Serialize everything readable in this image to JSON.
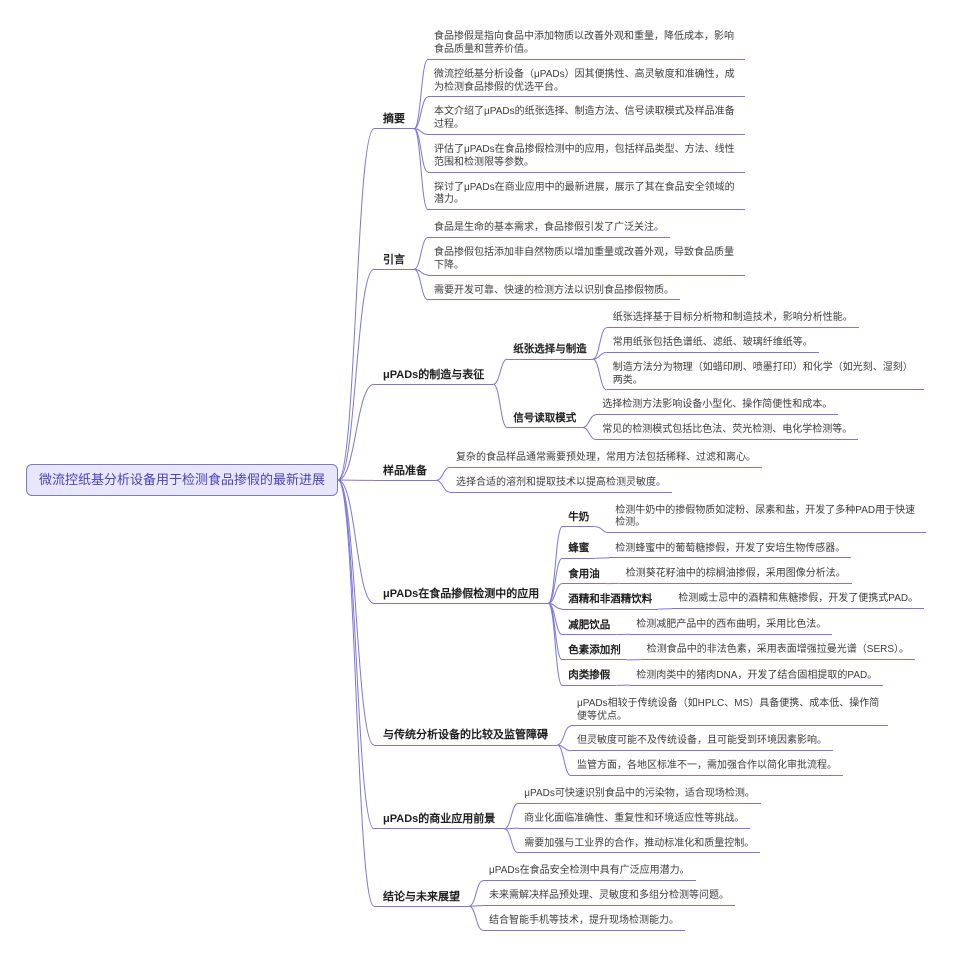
{
  "root": {
    "label": "微流控纸基分析设备用于检测食品掺假的最新进展",
    "children": [
      {
        "label": "摘要",
        "children": [
          {
            "label": "食品掺假是指向食品中添加物质以改善外观和重量，降低成本，影响食品质量和营养价值。"
          },
          {
            "label": "微流控纸基分析设备（μPADs）因其便携性、高灵敏度和准确性，成为检测食品掺假的优选平台。"
          },
          {
            "label": "本文介绍了μPADs的纸张选择、制造方法、信号读取模式及样品准备过程。"
          },
          {
            "label": "评估了μPADs在食品掺假检测中的应用，包括样品类型、方法、线性范围和检测限等参数。"
          },
          {
            "label": "探讨了μPADs在商业应用中的最新进展，展示了其在食品安全领域的潜力。"
          }
        ]
      },
      {
        "label": "引言",
        "children": [
          {
            "label": "食品是生命的基本需求，食品掺假引发了广泛关注。"
          },
          {
            "label": "食品掺假包括添加非自然物质以增加重量或改善外观，导致食品质量下降。"
          },
          {
            "label": "需要开发可靠、快速的检测方法以识别食品掺假物质。"
          }
        ]
      },
      {
        "label": "μPADs的制造与表征",
        "children": [
          {
            "label": "纸张选择与制造",
            "children": [
              {
                "label": "纸张选择基于目标分析物和制造技术，影响分析性能。"
              },
              {
                "label": "常用纸张包括色谱纸、滤纸、玻璃纤维纸等。"
              },
              {
                "label": "制造方法分为物理（如蜡印刷、喷墨打印）和化学（如光刻、湿刻）两类。"
              }
            ]
          },
          {
            "label": "信号读取模式",
            "children": [
              {
                "label": "选择检测方法影响设备小型化、操作简便性和成本。"
              },
              {
                "label": "常见的检测模式包括比色法、荧光检测、电化学检测等。"
              }
            ]
          }
        ]
      },
      {
        "label": "样品准备",
        "children": [
          {
            "label": "复杂的食品样品通常需要预处理，常用方法包括稀释、过滤和离心。"
          },
          {
            "label": "选择合适的溶剂和提取技术以提高检测灵敏度。"
          }
        ]
      },
      {
        "label": "μPADs在食品掺假检测中的应用",
        "children": [
          {
            "label": "牛奶",
            "children": [
              {
                "label": "检测牛奶中的掺假物质如淀粉、尿素和盐，开发了多种PAD用于快速检测。"
              }
            ]
          },
          {
            "label": "蜂蜜",
            "children": [
              {
                "label": "检测蜂蜜中的葡萄糖掺假，开发了安培生物传感器。"
              }
            ]
          },
          {
            "label": "食用油",
            "children": [
              {
                "label": "检测葵花籽油中的棕榈油掺假，采用图像分析法。"
              }
            ]
          },
          {
            "label": "酒精和非酒精饮料",
            "children": [
              {
                "label": "检测威士忌中的酒精和焦糖掺假，开发了便携式PAD。"
              }
            ]
          },
          {
            "label": "减肥饮品",
            "children": [
              {
                "label": "检测减肥产品中的西布曲明，采用比色法。"
              }
            ]
          },
          {
            "label": "色素添加剂",
            "children": [
              {
                "label": "检测食品中的非法色素，采用表面增强拉曼光谱（SERS）。"
              }
            ]
          },
          {
            "label": "肉类掺假",
            "children": [
              {
                "label": "检测肉类中的猪肉DNA，开发了结合固相提取的PAD。"
              }
            ]
          }
        ]
      },
      {
        "label": "与传统分析设备的比较及监管障碍",
        "children": [
          {
            "label": "μPADs相较于传统设备（如HPLC、MS）具备便携、成本低、操作简便等优点。"
          },
          {
            "label": "但灵敏度可能不及传统设备，且可能受到环境因素影响。"
          },
          {
            "label": "监管方面，各地区标准不一，需加强合作以简化审批流程。"
          }
        ]
      },
      {
        "label": "μPADs的商业应用前景",
        "children": [
          {
            "label": "μPADs可快速识别食品中的污染物，适合现场检测。"
          },
          {
            "label": "商业化面临准确性、重复性和环境适应性等挑战。"
          },
          {
            "label": "需要加强与工业界的合作，推动标准化和质量控制。"
          }
        ]
      },
      {
        "label": "结论与未来展望",
        "children": [
          {
            "label": "μPADs在食品安全检测中具有广泛应用潜力。"
          },
          {
            "label": "未来需解决样品预处理、灵敏度和多组分检测等问题。"
          },
          {
            "label": "结合智能手机等技术，提升现场检测能力。"
          }
        ]
      }
    ]
  },
  "colors": {
    "line": "#7D75DE",
    "root_bg": "#E7E6FB",
    "root_border": "#7D75DE",
    "root_text": "#4B44BF",
    "topic_text": "#1F1F1F",
    "leaf_text": "#3D3D3D"
  }
}
